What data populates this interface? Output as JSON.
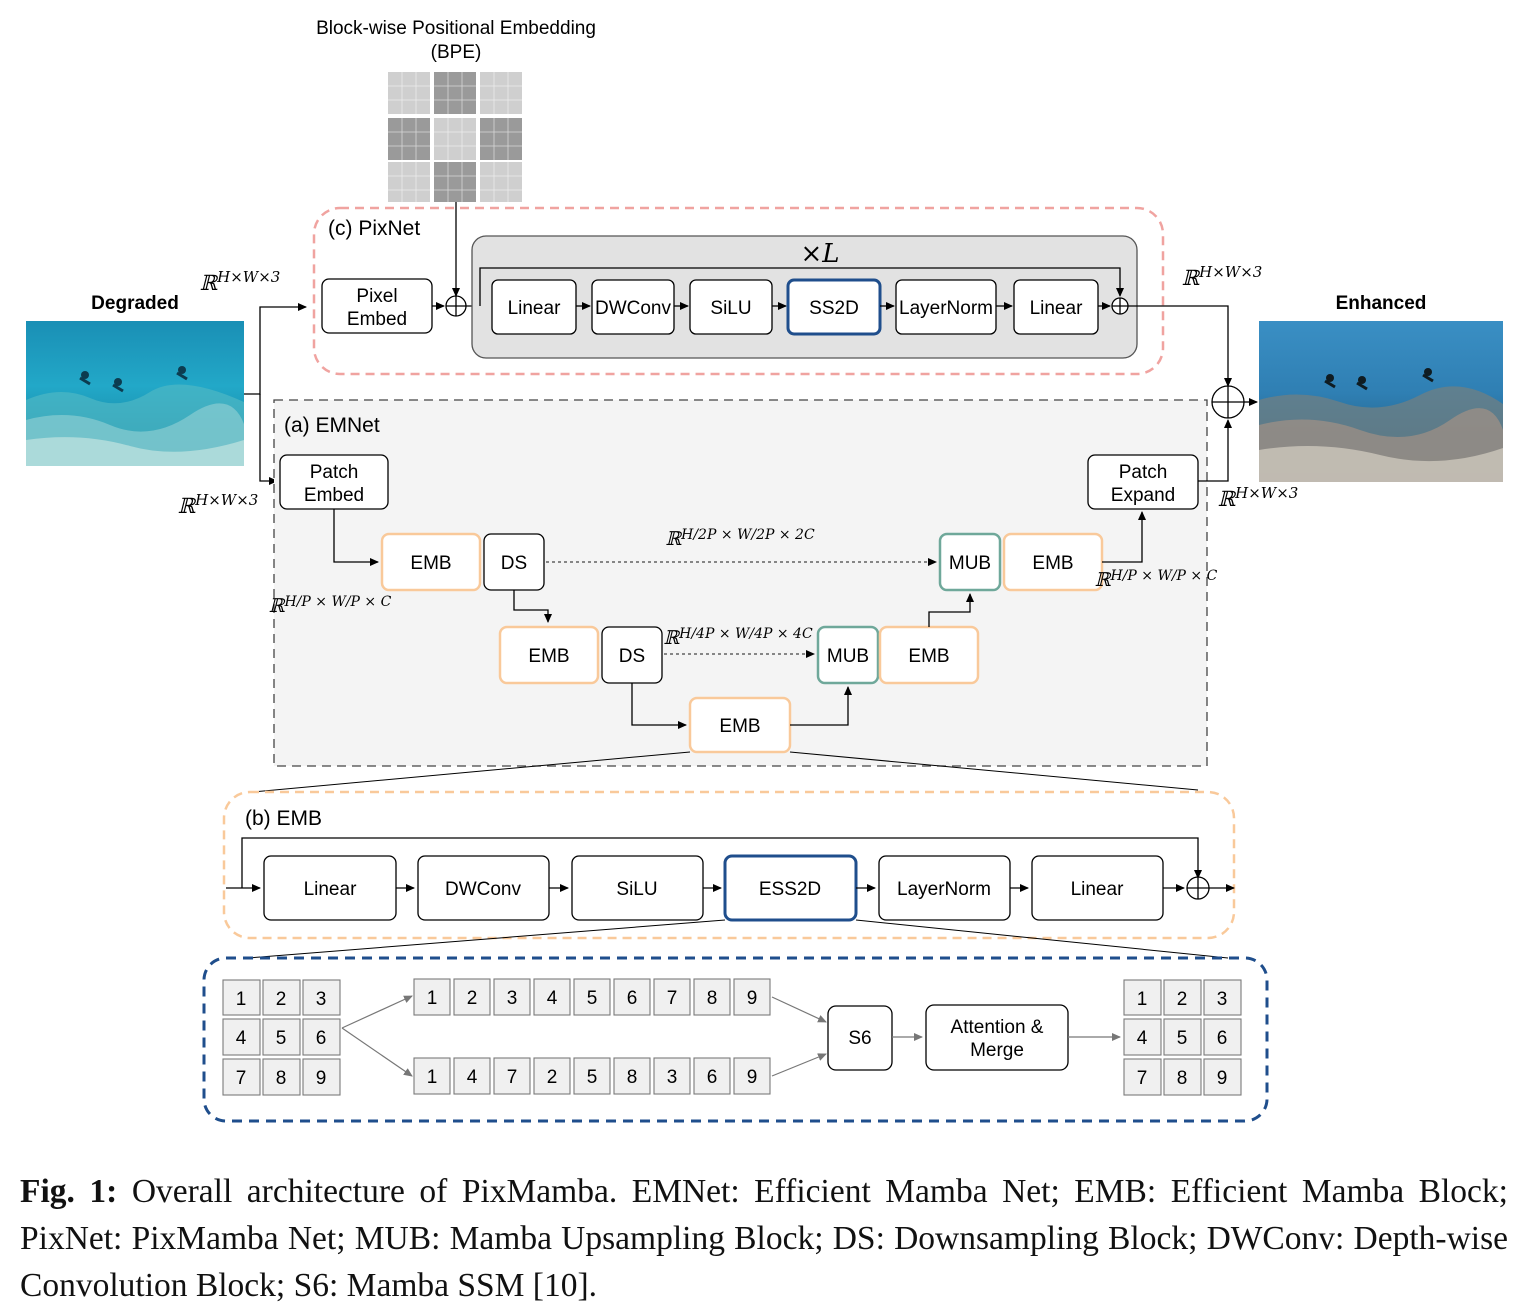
{
  "bpe": {
    "title_line1": "Block-wise Positional Embedding",
    "title_line2": "(BPE)"
  },
  "inputs": {
    "degraded_label": "Degraded",
    "enhanced_label": "Enhanced"
  },
  "dims": {
    "full": "H×W×3",
    "c1": "H/P × W/P × C",
    "c2": "H/2P × W/2P × 2C",
    "c4": "H/4P × W/4P × 4C"
  },
  "pixnet": {
    "title": "(c) PixNet",
    "repeat": "×L",
    "pixel_embed_line1": "Pixel",
    "pixel_embed_line2": "Embed",
    "blocks": [
      "Linear",
      "DWConv",
      "SiLU",
      "SS2D",
      "LayerNorm",
      "Linear"
    ]
  },
  "emnet": {
    "title": "(a) EMNet",
    "patch_embed_line1": "Patch",
    "patch_embed_line2": "Embed",
    "patch_expand_line1": "Patch",
    "patch_expand_line2": "Expand",
    "emb": "EMB",
    "ds": "DS",
    "mub": "MUB"
  },
  "emb_block": {
    "title": "(b) EMB",
    "blocks": [
      "Linear",
      "DWConv",
      "SiLU",
      "ESS2D",
      "LayerNorm",
      "Linear"
    ]
  },
  "ess2d": {
    "grid": [
      "1",
      "2",
      "3",
      "4",
      "5",
      "6",
      "7",
      "8",
      "9"
    ],
    "row_scan": [
      "1",
      "2",
      "3",
      "4",
      "5",
      "6",
      "7",
      "8",
      "9"
    ],
    "col_scan": [
      "1",
      "4",
      "7",
      "2",
      "5",
      "8",
      "3",
      "6",
      "9"
    ],
    "s6": "S6",
    "merge_line1": "Attention &",
    "merge_line2": "Merge"
  },
  "colors": {
    "pixnet_border": "#f0a3a0",
    "emb_border": "#f9c99a",
    "mub_border": "#6fa89a",
    "ss2d_border": "#1f4e8c",
    "ess2d_border": "#1f4e8c",
    "emnet_bg": "#f4f4f4",
    "pixnet_inner_bg": "#e2e2e2",
    "water": "#1aa3c4"
  },
  "caption": {
    "label": "Fig. 1:",
    "text": "Overall architecture of PixMamba. EMNet: Efficient Mamba Net; EMB: Efficient Mamba Block; PixNet: PixMamba Net; MUB: Mamba Upsampling Block; DS: Downsampling Block; DWConv: Depth-wise Convolution Block; S6: Mamba SSM [10]."
  }
}
